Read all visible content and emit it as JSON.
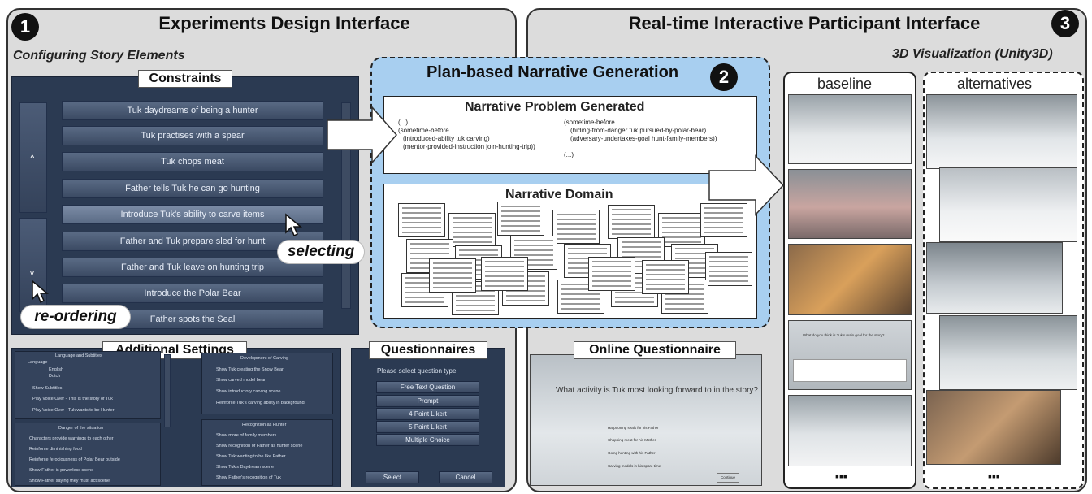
{
  "panel1": {
    "badge": "1",
    "title": "Experiments Design Interface",
    "subtitle": "Configuring Story Elements",
    "constraints": {
      "tab": "Constraints",
      "up_label": "^",
      "down_label": "v",
      "items": [
        "Tuk daydreams of being a hunter",
        "Tuk practises with a spear",
        "Tuk chops meat",
        "Father tells Tuk he can go hunting",
        "Introduce Tuk's ability to carve items",
        "Father and Tuk prepare sled for hunt",
        "Father and Tuk leave on hunting trip",
        "Introduce the Polar Bear",
        "Father spots the Seal"
      ],
      "selecting_label": "selecting",
      "reordering_label": "re-ordering"
    },
    "additional_settings": {
      "tab": "Additional Settings",
      "lang_header": "Language and Subtitles",
      "language_label": "Language",
      "languages": [
        "English",
        "Dutch"
      ],
      "options_left": [
        "Show Subtitles",
        "Play Voice Over - This is the story of Tuk",
        "Play Voice Over - Tuk wants to be Hunter"
      ],
      "danger_header": "Danger of the situation",
      "danger_options": [
        "Characters provide warnings to each other",
        "Reinforce diminishing food",
        "Reinforce ferociousness of Polar Bear outside",
        "Show Father is powerless scene",
        "Show Father saying they must act scene"
      ],
      "carving_header": "Development of Carving",
      "carving_options": [
        "Show Tuk creating the Snow Bear",
        "Show carved model bear",
        "Show introductory carving scene",
        "Reinforce Tuk's carving ability in background"
      ],
      "hunter_header": "Recognition as Hunter",
      "hunter_options": [
        "Show more of family members",
        "Show recognition of Father as hunter scene",
        "Show Tuk wanting to be like Father",
        "Show Tuk's Daydream scene",
        "Show Father's recognition of Tuk"
      ]
    },
    "questionnaires": {
      "tab": "Questionnaires",
      "prompt": "Please select question type:",
      "types": [
        "Free Text Question",
        "Prompt",
        "4 Point Likert",
        "5 Point Likert",
        "Multiple Choice"
      ],
      "select_label": "Select",
      "cancel_label": "Cancel"
    }
  },
  "panel2": {
    "badge": "2",
    "title": "Plan-based Narrative Generation",
    "problem_title": "Narrative Problem Generated",
    "problem_left": [
      "(...)",
      "(sometime-before",
      "  (introduced-ability tuk carving)",
      "  (mentor-provided-instruction join-hunting-trip))"
    ],
    "problem_right": [
      "(sometime-before",
      "  (hiding-from-danger tuk pursued-by-polar-bear)",
      "  (adversary-undertakes-goal hunt-family-members))",
      "(...)"
    ],
    "domain_title": "Narrative Domain"
  },
  "panel3": {
    "badge": "3",
    "title": "Real-time Interactive Participant Interface",
    "subtitle": "3D Visualization (Unity3D)",
    "online_q_tab": "Online Questionnaire",
    "question": "What activity is Tuk most looking forward to in the story?",
    "answers": [
      "Harpooning seals for his Father",
      "Chopping meat for his Mother",
      "Going hunting with his Father",
      "Carving models in his spare time"
    ],
    "continue_label": "Continue",
    "baseline_label": "baseline",
    "alternatives_label": "alternatives",
    "overlay_question": "What do you think is Tuk's main goal for the story?",
    "ellipsis": "▪▪▪"
  },
  "colors": {
    "ui_dark": "#2b3a52",
    "highlight_blue": "#a8cff0",
    "panel_grey": "#dcdcdc"
  }
}
